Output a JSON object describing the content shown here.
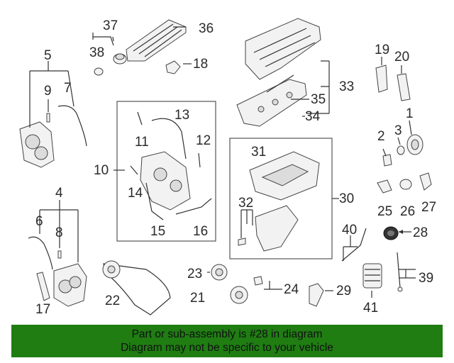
{
  "callouts": {
    "c1": "1",
    "c2": "2",
    "c3": "3",
    "c4": "4",
    "c5": "5",
    "c6": "6",
    "c7": "7",
    "c8": "8",
    "c9": "9",
    "c10": "10",
    "c11": "11",
    "c12": "12",
    "c13": "13",
    "c14": "14",
    "c15": "15",
    "c16": "16",
    "c17": "17",
    "c18": "18",
    "c19": "19",
    "c20": "20",
    "c21": "21",
    "c22": "22",
    "c23": "23",
    "c24": "24",
    "c25": "25",
    "c26": "26",
    "c27": "27",
    "c28": "28",
    "c29": "29",
    "c30": "30",
    "c31": "31",
    "c32": "32",
    "c33": "33",
    "c34": "34",
    "c35": "35",
    "c36": "36",
    "c37": "37",
    "c38": "38",
    "c39": "39",
    "c40": "40",
    "c41": "41"
  },
  "highlighted_part": "28",
  "banner": {
    "line1": "Part or sub-assembly is #28 in diagram",
    "line2": "Diagram may not be specific to your vehicle",
    "color": "#1f7d12"
  }
}
